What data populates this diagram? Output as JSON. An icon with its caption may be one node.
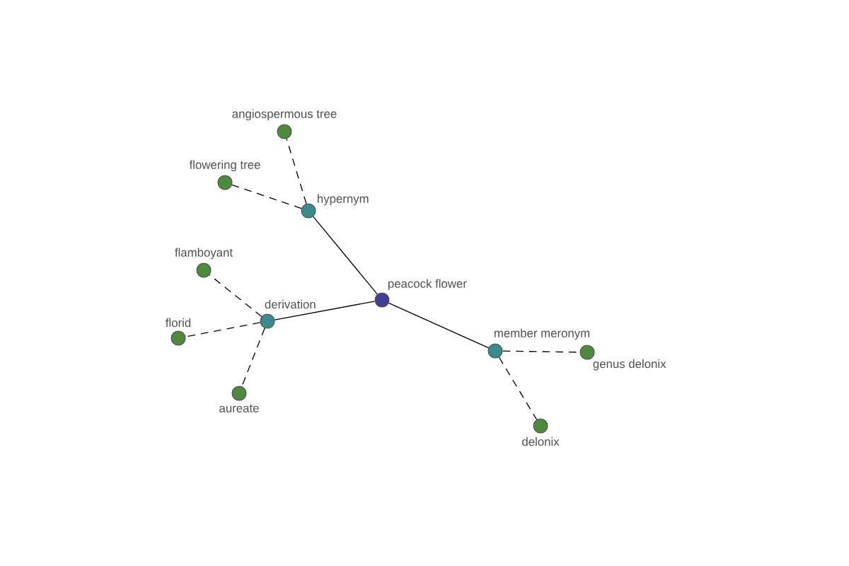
{
  "diagram": {
    "nodes": [
      {
        "text": [
          "peacock flower"
        ]
      },
      {
        "text": [
          "hypernym"
        ]
      },
      {
        "text": [
          "angiospermous tree"
        ]
      },
      {
        "text": [
          "flowering tree"
        ]
      },
      {
        "text": [
          "derivation"
        ]
      },
      {
        "text": [
          "flamboyant"
        ]
      },
      {
        "text": [
          "florid"
        ]
      },
      {
        "text": [
          "aureate"
        ]
      },
      {
        "text": [
          "member meronym"
        ]
      },
      {
        "text": [
          "genus delonix"
        ]
      },
      {
        "text": [
          "delonix"
        ]
      }
    ],
    "edges": [
      {
        "from": 0,
        "to": 1,
        "arrow": "none"
      },
      {
        "from": 1,
        "to": 2,
        "arrow": "none",
        "style": "dashed"
      },
      {
        "from": 1,
        "to": 3,
        "arrow": "none",
        "style": "dashed"
      },
      {
        "from": 0,
        "to": 4,
        "arrow": "none"
      },
      {
        "from": 4,
        "to": 5,
        "arrow": "none",
        "style": "dashed"
      },
      {
        "from": 4,
        "to": 6,
        "arrow": "none",
        "style": "dashed"
      },
      {
        "from": 4,
        "to": 7,
        "arrow": "none",
        "style": "dashed"
      },
      {
        "from": 0,
        "to": 8,
        "arrow": "none"
      },
      {
        "from": 8,
        "to": 9,
        "arrow": "none",
        "style": "dashed"
      },
      {
        "from": 8,
        "to": 10,
        "arrow": "none",
        "style": "dashed"
      }
    ]
  }
}
